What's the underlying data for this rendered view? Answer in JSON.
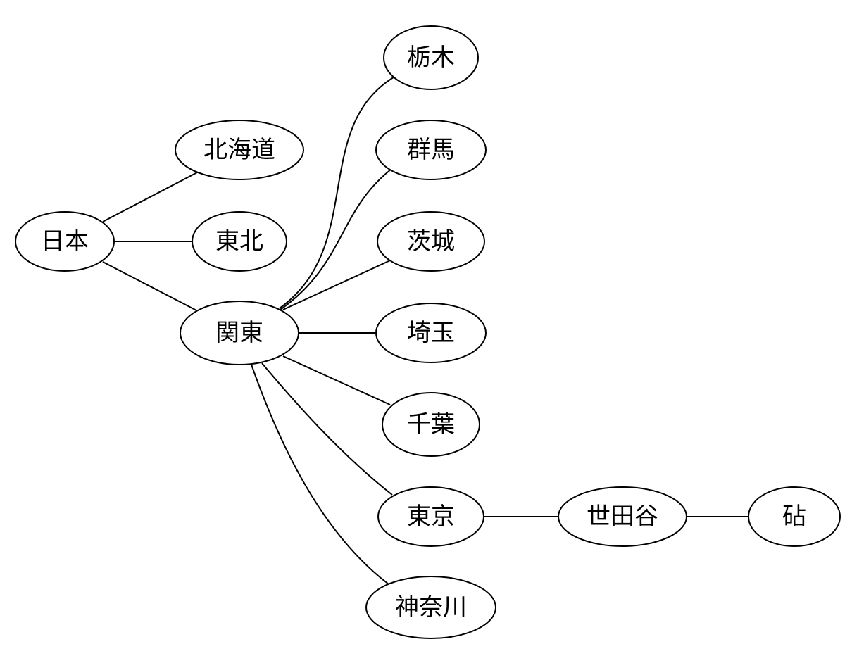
{
  "diagram": {
    "type": "tree",
    "colors": {
      "background": "#ffffff",
      "line": "#000000",
      "node_fill": "#ffffff",
      "text": "#000000"
    },
    "nodes": {
      "japan": "日本",
      "hokkaido": "北海道",
      "tohoku": "東北",
      "kanto": "関東",
      "tochigi": "栃木",
      "gunma": "群馬",
      "ibaraki": "茨城",
      "saitama": "埼玉",
      "chiba": "千葉",
      "tokyo": "東京",
      "kanagawa": "神奈川",
      "setagaya": "世田谷",
      "kinuta": "砧"
    },
    "edges": [
      [
        "japan",
        "hokkaido"
      ],
      [
        "japan",
        "tohoku"
      ],
      [
        "japan",
        "kanto"
      ],
      [
        "kanto",
        "tochigi"
      ],
      [
        "kanto",
        "gunma"
      ],
      [
        "kanto",
        "ibaraki"
      ],
      [
        "kanto",
        "saitama"
      ],
      [
        "kanto",
        "chiba"
      ],
      [
        "kanto",
        "tokyo"
      ],
      [
        "kanto",
        "kanagawa"
      ],
      [
        "tokyo",
        "setagaya"
      ],
      [
        "setagaya",
        "kinuta"
      ]
    ]
  }
}
